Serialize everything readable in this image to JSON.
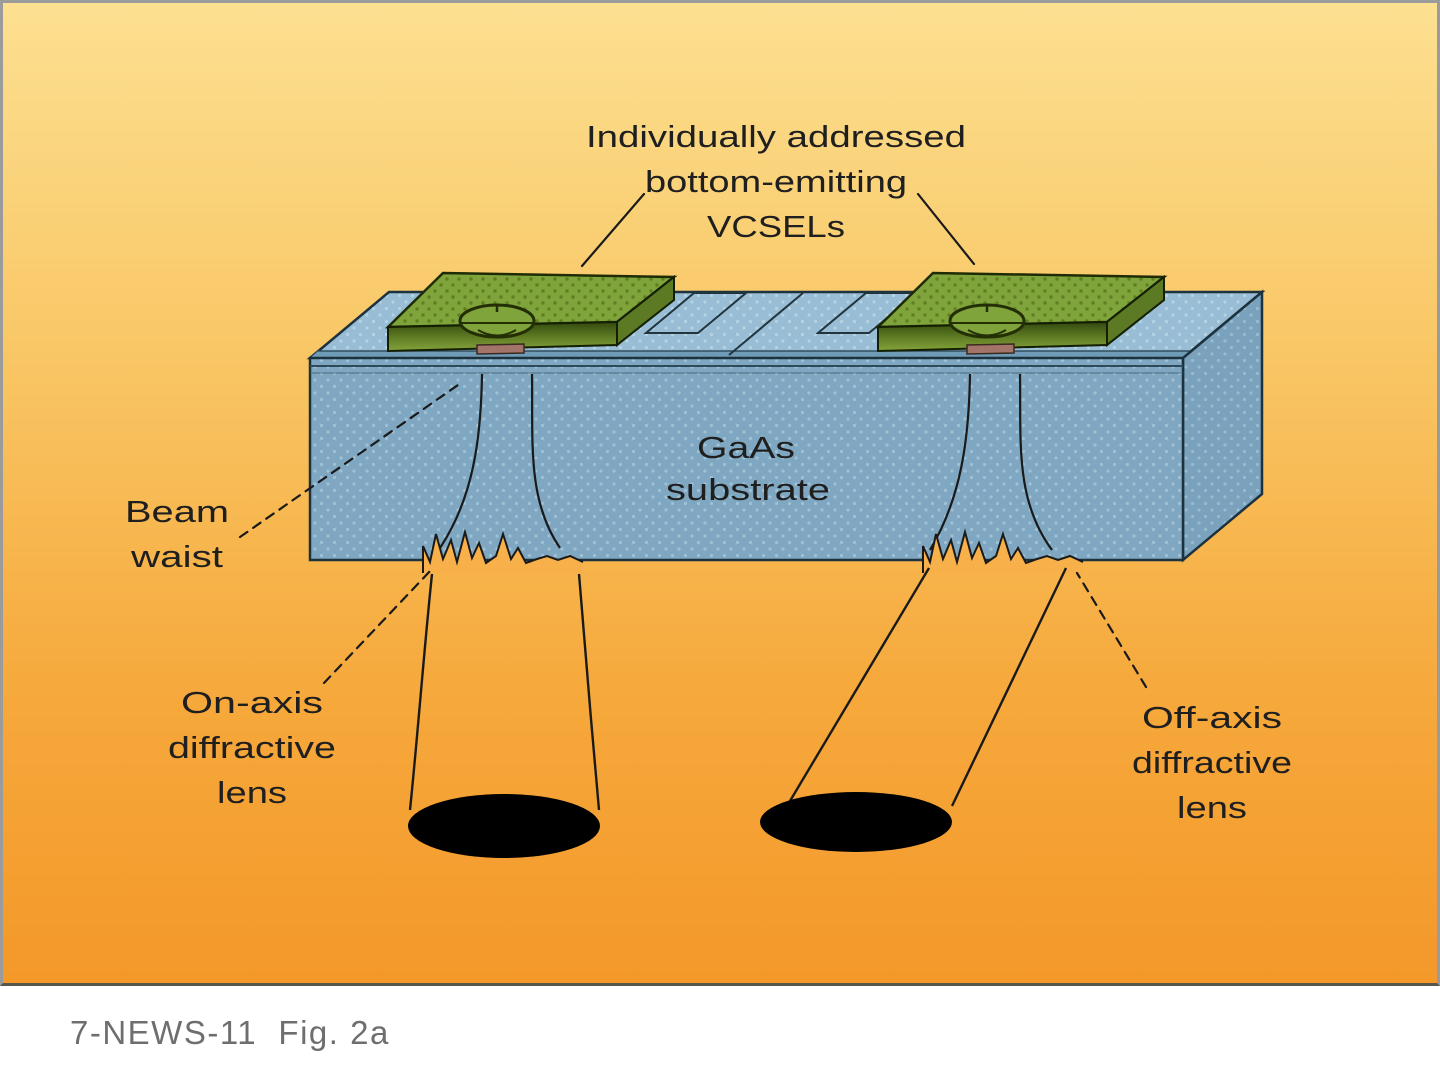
{
  "diagram": {
    "vcsel_label": {
      "line1": "Individually addressed",
      "line2": "bottom-emitting",
      "line3": "VCSELs"
    },
    "substrate_label": {
      "line1": "GaAs",
      "line2": "substrate"
    },
    "beam_waist_label": {
      "line1": "Beam",
      "line2": "waist"
    },
    "on_axis_label": {
      "line1": "On-axis",
      "line2": "diffractive",
      "line3": "lens"
    },
    "off_axis_label": {
      "line1": "Off-axis",
      "line2": "diffractive",
      "line3": "lens"
    }
  },
  "caption": "7-NEWS-11  Fig. 2a",
  "colors": {
    "bg_top": "#FCE091",
    "bg_mid": "#F9C766",
    "bg_low": "#F6A93C",
    "bg_bottom": "#F4982A",
    "substrate_front": "#7FA7C1",
    "substrate_top": "#98BDD4",
    "substrate_right": "#7AA2BD",
    "substrate_bevel": "#6F9BB7",
    "chip_green": "#7FA43C",
    "chip_side_dark": "#33490F",
    "bond_pad": "#A3756A",
    "outline_dark": "#1C323F",
    "beam_line": "#1A1A1A",
    "focal_spot": "#000000",
    "label_text": "#1F1F1F",
    "caption_text": "#6E6E6E",
    "figure_border": "#9B9B9B"
  }
}
